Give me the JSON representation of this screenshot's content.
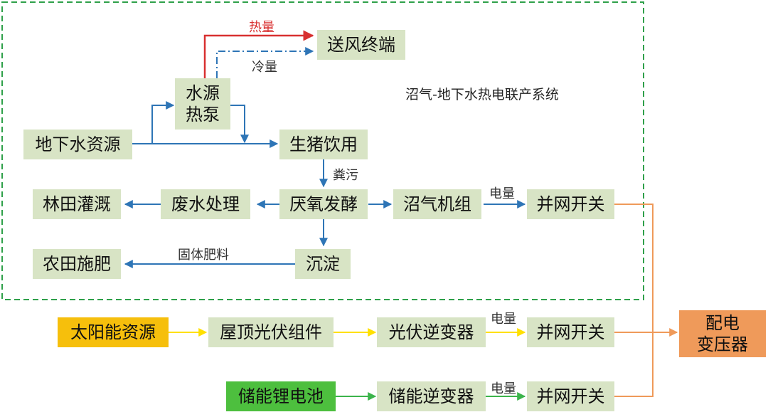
{
  "colors": {
    "blue_arrow": "#2e75b6",
    "heat_arrow": "#d83030",
    "solar_arrow": "#ffea3a",
    "battery_arrow": "#3cb44b",
    "grid_line": "#ef9a5a",
    "boundary": "#2fa04a",
    "box_green": "#d8e4c5",
    "box_yellow": "#f6bf0c",
    "box_bright_green": "#4dbf3e",
    "box_orange": "#ef9a5a"
  },
  "system_title": "沼气-地下水热电联产系统",
  "nodes": {
    "groundwater": "地下水资源",
    "heat_pump_line1": "水源",
    "heat_pump_line2": "热泵",
    "air_terminal": "送风终端",
    "pig_drinking": "生猪饮用",
    "anaerobic": "厌氧发酵",
    "wastewater": "废水处理",
    "irrigation": "林田灌溉",
    "biogas_unit": "沼气机组",
    "grid_switch_1": "并网开关",
    "sediment": "沉淀",
    "fertilizer": "农田施肥",
    "solar_resource": "太阳能资源",
    "pv_module": "屋顶光伏组件",
    "pv_inverter": "光伏逆变器",
    "grid_switch_2": "并网开关",
    "battery": "储能锂电池",
    "storage_inverter": "储能逆变器",
    "grid_switch_3": "并网开关",
    "transformer_line1": "配电",
    "transformer_line2": "变压器"
  },
  "edge_labels": {
    "heat": "热量",
    "cold": "冷量",
    "manure": "粪污",
    "electricity_1": "电量",
    "solid_fertilizer": "固体肥料",
    "electricity_2": "电量",
    "electricity_3": "电量"
  }
}
